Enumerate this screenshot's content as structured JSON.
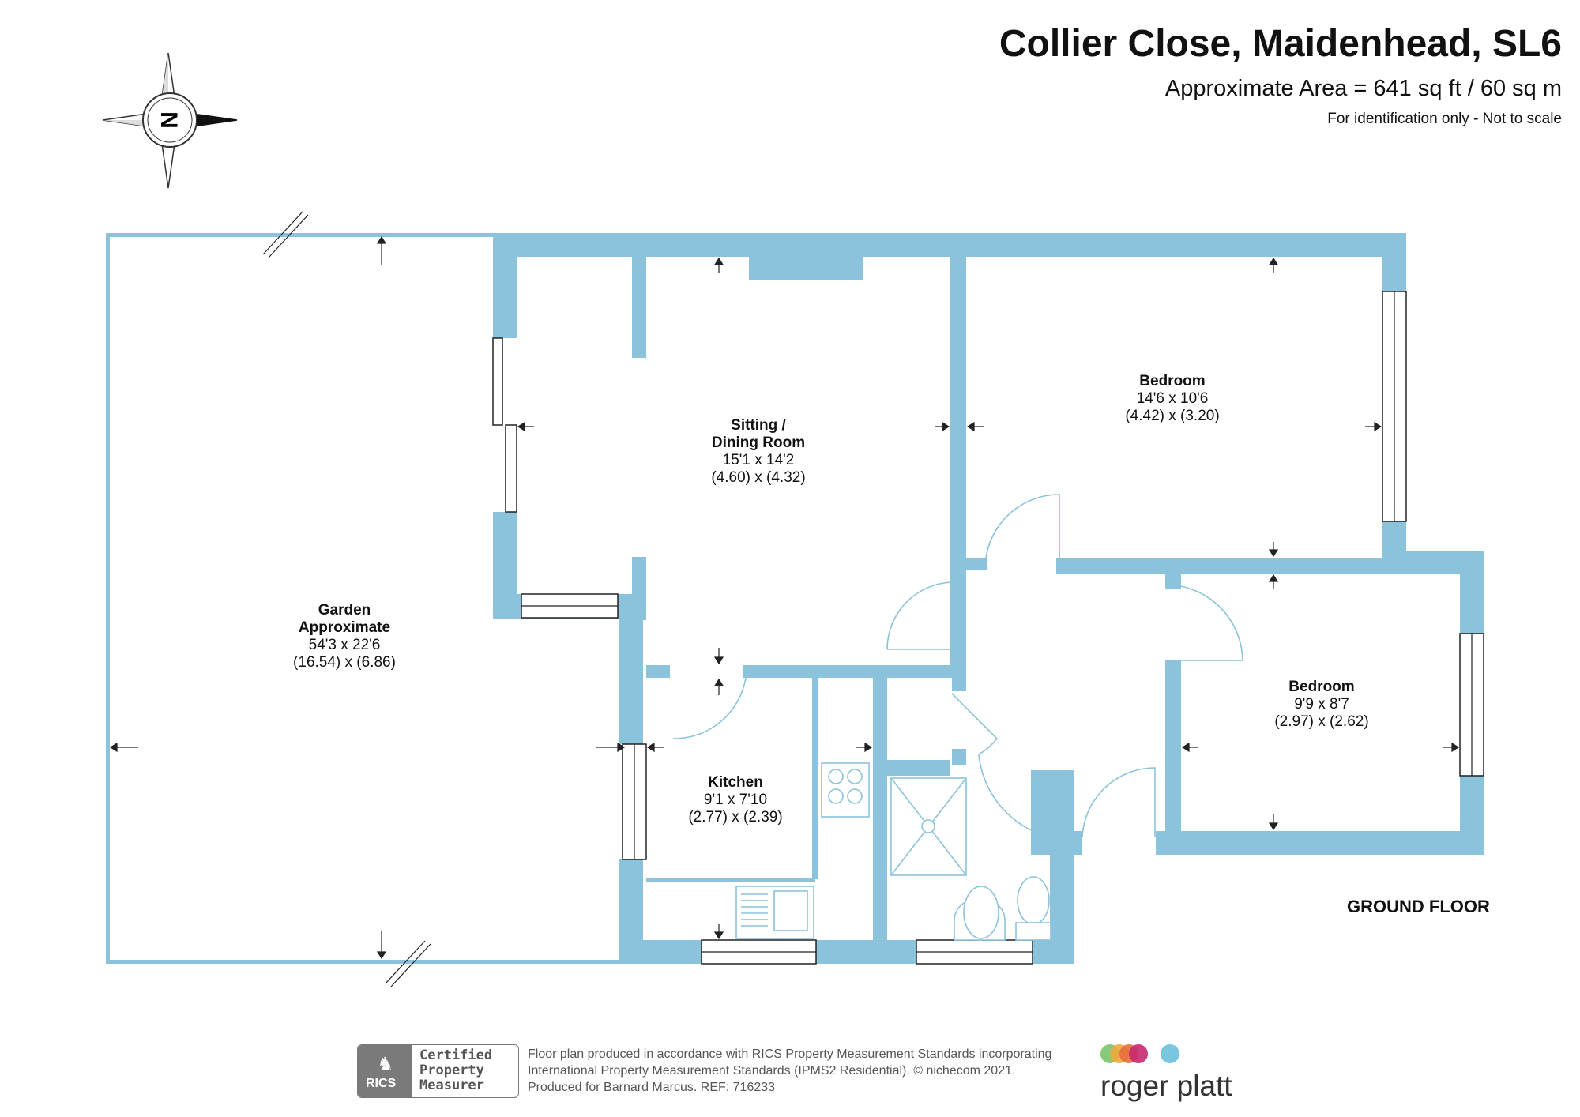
{
  "header": {
    "title": "Collier Close, Maidenhead, SL6",
    "area": "Approximate Area = 641 sq ft / 60 sq m",
    "note": "For identification only - Not to scale"
  },
  "compass": {
    "letter": "N"
  },
  "rooms": {
    "garden": {
      "name_line1": "Garden",
      "name_line2": "Approximate",
      "imperial": "54'3 x 22'6",
      "metric": "(16.54) x (6.86)"
    },
    "sitting": {
      "name_line1": "Sitting /",
      "name_line2": "Dining Room",
      "imperial": "15'1 x 14'2",
      "metric": "(4.60) x (4.32)"
    },
    "bedroom1": {
      "name": "Bedroom",
      "imperial": "14'6 x 10'6",
      "metric": "(4.42) x (3.20)"
    },
    "bedroom2": {
      "name": "Bedroom",
      "imperial": "9'9 x 8'7",
      "metric": "(2.97) x (2.62)"
    },
    "kitchen": {
      "name": "Kitchen",
      "imperial": "9'1 x 7'10",
      "metric": "(2.77) x (2.39)"
    }
  },
  "floor_label": "GROUND FLOOR",
  "footer": {
    "badge_lines": [
      "Certified",
      "Property",
      "Measurer"
    ],
    "badge_org": "RICS",
    "lines": [
      "Floor plan produced in accordance with RICS Property Measurement Standards incorporating",
      "International Property Measurement Standards (IPMS2 Residential).   © nichecom 2021.",
      "Produced for Barnard Marcus.   REF:  716233"
    ]
  },
  "brand": {
    "name": "roger platt",
    "dot_colors": [
      "#7cc36b",
      "#f0a93c",
      "#e66d3c",
      "#c7286f",
      "#6cc0de"
    ]
  },
  "colors": {
    "wall": "#8bc2dc"
  }
}
